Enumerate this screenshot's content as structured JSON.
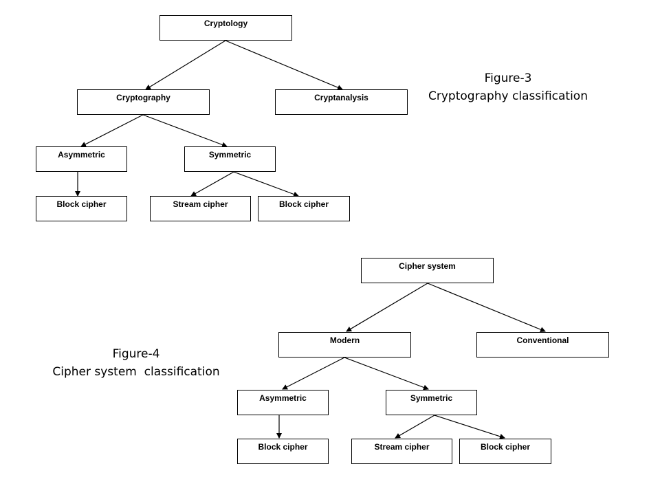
{
  "figure3": {
    "caption_number": "Figure-3",
    "caption_title": "Cryptography classification",
    "nodes": {
      "root": "Cryptology",
      "cryptography": "Cryptography",
      "cryptanalysis": "Cryptanalysis",
      "asymmetric": "Asymmetric",
      "symmetric": "Symmetric",
      "asym_block": "Block cipher",
      "stream": "Stream cipher",
      "sym_block": "Block cipher"
    }
  },
  "figure4": {
    "caption_number": "Figure-4",
    "caption_title": "Cipher system  classification",
    "nodes": {
      "root": "Cipher system",
      "modern": "Modern",
      "conventional": "Conventional",
      "asymmetric": "Asymmetric",
      "symmetric": "Symmetric",
      "asym_block": "Block cipher",
      "stream": "Stream cipher",
      "sym_block": "Block cipher"
    }
  }
}
